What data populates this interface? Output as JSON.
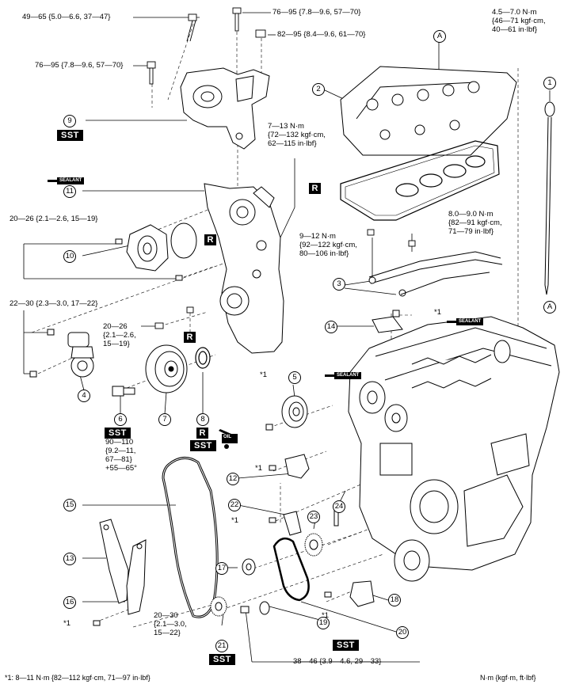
{
  "torques": {
    "t49_65": "49—65 {5.0—6.6, 37—47}",
    "t76_95_top": "76—95 {7.8—9.6, 57—70}",
    "t82_95": "82—95 {8.4—9.6, 61—70}",
    "t76_95_left": "76—95 {7.8—9.6, 57—70}",
    "t4_5_7": "4.5—7.0 N·m\n{46—71 kgf·cm,\n40—61 in·lbf}",
    "t7_13": "7—13 N·m\n{72—132 kgf·cm,\n62—115 in·lbf}",
    "t20_26_a": "20—26 {2.1—2.6, 15—19}",
    "t8_9": "8.0—9.0 N·m\n{82—91 kgf·cm,\n71—79 in·lbf}",
    "t9_12": "9—12 N·m\n{92—122 kgf·cm,\n80—106 in·lbf}",
    "t22_30": "22—30 {2.3—3.0, 17—22}",
    "t20_26_b": "20—26\n{2.1—2.6,\n15—19}",
    "t90_110": "90—110\n{9.2—11,\n67—81}\n+55—65°",
    "t20_30": "20—30\n{2.1—3.0,\n15—22}",
    "t38_46": "38—46 {3.9—4.6, 29—33}"
  },
  "parts": {
    "p1": "1",
    "p2": "2",
    "p3": "3",
    "p4": "4",
    "p5": "5",
    "p6": "6",
    "p7": "7",
    "p8": "8",
    "p9": "9",
    "p10": "10",
    "p11": "11",
    "p12": "12",
    "p13": "13",
    "p14": "14",
    "p15": "15",
    "p16": "16",
    "p17": "17",
    "p18": "18",
    "p19": "19",
    "p20": "20",
    "p21": "21",
    "p22": "22",
    "p23": "23",
    "p24": "24"
  },
  "refs": {
    "a_top": "A",
    "a_bottom": "A"
  },
  "marks": {
    "star1": "*1",
    "sst": "SST",
    "r": "R",
    "sealant": "SEALANT",
    "oil": "OIL"
  },
  "footer": {
    "note": "*1: 8—11 N·m {82—112 kgf·cm, 71—97 in·lbf}",
    "units": "N·m {kgf·m, ft·lbf}"
  }
}
